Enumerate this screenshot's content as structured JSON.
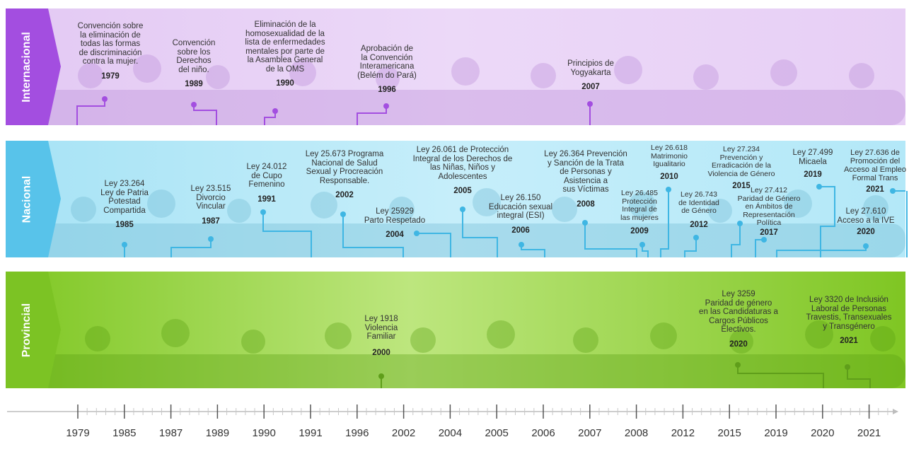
{
  "rows": {
    "internacional": {
      "label": "Internacional",
      "color": "#a34ee0"
    },
    "nacional": {
      "label": "Nacional",
      "color": "#58c3ea"
    },
    "provincial": {
      "label": "Provincial",
      "color": "#7cc324"
    }
  },
  "internacional": [
    {
      "text": "Convención sobre\nla eliminación de\ntodas las formas\nde discriminación\ncontra la mujer.",
      "year": "1979"
    },
    {
      "text": "Convención\nsobre los\nDerechos\ndel niño.",
      "year": "1989"
    },
    {
      "text": "Eliminación de la\nhomosexualidad de la\nlista de enfermedades\nmentales por parte de\nla Asamblea General\nde la OMS",
      "year": "1990"
    },
    {
      "text": "Aprobación de\nla Convención\nInteramericana\n(Belém do Pará)",
      "year": "1996"
    },
    {
      "text": "Principios de\nYogyakarta",
      "year": "2007"
    }
  ],
  "nacional": [
    {
      "text": "Ley 23.264\nLey de Patria\nPotestad\nCompartida",
      "year": "1985"
    },
    {
      "text": "Ley  23.515\nDivorcio\nVincular",
      "year": "1987"
    },
    {
      "text": "Ley 24.012\nde Cupo\nFemenino",
      "year": "1991"
    },
    {
      "text": "Ley 25.673 Programa\nNacional de Salud\nSexual y Procreación\nResponsable.",
      "year": "2002"
    },
    {
      "text": "Ley 25929\nParto Respetado",
      "year": "2004"
    },
    {
      "text": "Ley 26.061 de Protección\nIntegral de los Derechos de\nlas Niñas, Niños y\nAdolescentes",
      "year": "2005"
    },
    {
      "text": "Ley 26.150\nEducación sexual\nintegral (ESI)",
      "year": "2006"
    },
    {
      "text": "Ley 26.364 Prevención\ny Sanción de la Trata\nde Personas y\nAsistencia a\nsus Víctimas",
      "year": "2008"
    },
    {
      "text": "Ley 26.485\nProtección\nIntegral de\nlas mujeres",
      "year": "2009"
    },
    {
      "text": "Ley 26.618\nMatrimonio\nIgualitario",
      "year": "2010"
    },
    {
      "text": "Ley 26.743\nde Identidad\nde Género",
      "year": "2012"
    },
    {
      "text": "Ley  27.234\nPrevención y\nErradicación de la\nViolencia de Género",
      "year": "2015"
    },
    {
      "text": "Ley 27.412\nParidad de Género\nen Ámbitos de\nRepresentación\nPolítica",
      "year": "2017"
    },
    {
      "text": "Ley 27.499\nMicaela",
      "year": "2019"
    },
    {
      "text": "Ley 27.610\nAcceso a la IVE",
      "year": "2020"
    },
    {
      "text": "Ley 27.636 de\nPromoción del\nAcceso al Empleo\nFormal Trans",
      "year": "2021"
    }
  ],
  "provincial": [
    {
      "text": "Ley 1918\nViolencia\nFamiliar",
      "year": "2000"
    },
    {
      "text": "Ley 3259\nParidad de género\nen las Candidaturas a\nCargos Públicos\nElectivos.",
      "year": "2020"
    },
    {
      "text": "Ley 3320 de Inclusión\nLaboral de Personas\nTravestis, Transexuales\ny Transgénero",
      "year": "2021"
    }
  ],
  "axis_years": [
    "1979",
    "1985",
    "1987",
    "1989",
    "1990",
    "1991",
    "1996",
    "2002",
    "2004",
    "2005",
    "2006",
    "2007",
    "2008",
    "2012",
    "2015",
    "2019",
    "2020",
    "2021"
  ]
}
